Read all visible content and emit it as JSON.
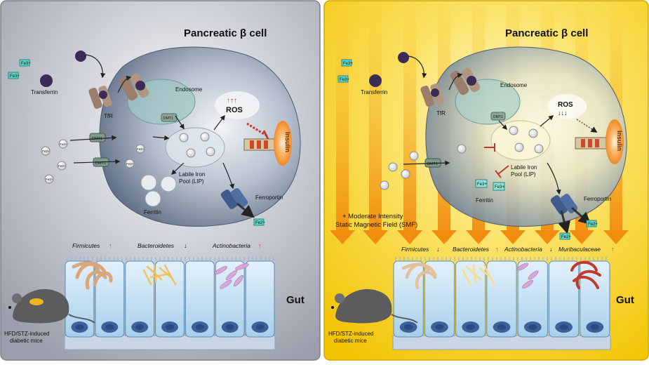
{
  "left": {
    "cell_title": "Pancreatic β cell",
    "transferrin": "Transferrin",
    "tfr": "TfR",
    "endosome": "Endosome",
    "dmt1": "DMT1",
    "ros": "ROS",
    "insulin": "Insulin",
    "lip_line1": "Labile Iron",
    "lip_line2": "Pool (LIP)",
    "ferritin": "Ferritin",
    "ferroportin": "Ferroportin",
    "fe3": "Fe3+",
    "fe2": "Fe2+",
    "bacteria": [
      {
        "name": "Firmicutes",
        "trend": "↑"
      },
      {
        "name": "Bacteroidetes",
        "trend": "↓"
      },
      {
        "name": "Actinobacteria",
        "trend": "↑"
      }
    ],
    "gut": "Gut",
    "mice_line1": "HFD/STZ-induced",
    "mice_line2": "diabetic mice"
  },
  "right": {
    "cell_title": "Pancreatic β cell",
    "transferrin": "Transferrin",
    "tfr": "TfR",
    "endosome": "Endosome",
    "dmt1": "DMT1",
    "ros": "ROS",
    "insulin": "Insulin",
    "lip_line1": "Labile Iron",
    "lip_line2": "Pool (LIP)",
    "ferritin": "Ferritin",
    "ferroportin": "Ferroportin",
    "fe3": "Fe3+",
    "fe2": "Fe2+",
    "smf_line1": "+ Moderate Intensity",
    "smf_line2": "Static Magnetic Field (SMF)",
    "bacteria": [
      {
        "name": "Firmicutes",
        "trend": "↓"
      },
      {
        "name": "Bacteroidetes",
        "trend": "↑"
      },
      {
        "name": "Actinobacteria",
        "trend": "↓"
      },
      {
        "name": "Muribaculaceae",
        "trend": "↑"
      }
    ],
    "gut": "Gut",
    "mice_line1": "HFD/STZ-induced",
    "mice_line2": "diabetic mice"
  },
  "colors": {
    "left_bg": "#a9adb8",
    "right_bg": "#f7cd0e",
    "up_arrow": "#c0392b",
    "insulin": "#f39a3c",
    "smf_arrow": "#f4a31a"
  }
}
